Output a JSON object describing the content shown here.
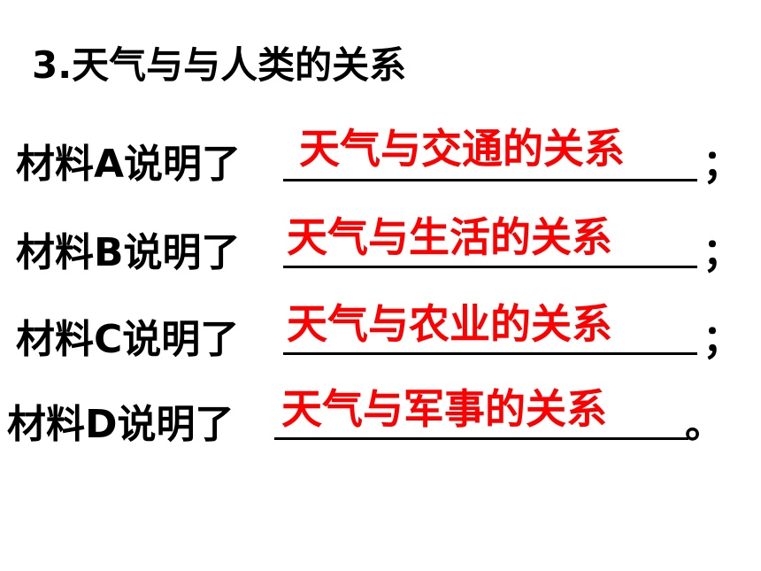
{
  "title": "3.天气与与人类的关系",
  "lines": [
    {
      "prefix": "材料A说明了",
      "answer": "天气与交通的关系",
      "punct": "；"
    },
    {
      "prefix": "材料B说明了",
      "answer": "天气与生活的关系",
      "punct": "；"
    },
    {
      "prefix": "材料C说明了",
      "answer": "天气与农业的关系",
      "punct": "；"
    },
    {
      "prefix": "材料D说明了",
      "answer": "天气与军事的关系",
      "punct": "。"
    }
  ],
  "colors": {
    "answer": "#ff0000",
    "text": "#000000",
    "background": "#ffffff"
  }
}
